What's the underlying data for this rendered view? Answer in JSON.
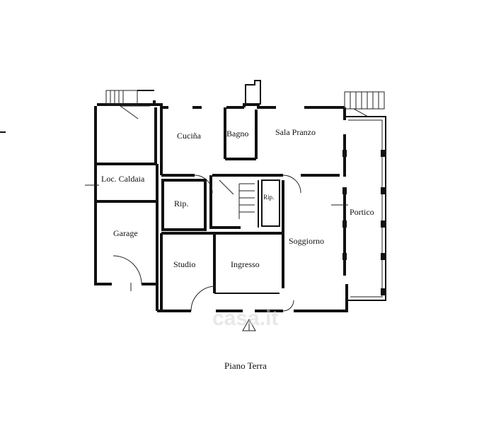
{
  "plan": {
    "caption": "Piano Terra",
    "rooms": {
      "cucina": "Cuciña",
      "bagno": "Bagno",
      "sala_pranzo": "Sala Pranzo",
      "loc_caldaia": "Loc. Caldaia",
      "rip_left": "Rip.",
      "rip_small": "Rip.",
      "portico": "Portico",
      "garage": "Garage",
      "soggiorno": "Soggiorno",
      "studio": "Studio",
      "ingresso": "Ingresso"
    },
    "watermark": "casa.it"
  }
}
